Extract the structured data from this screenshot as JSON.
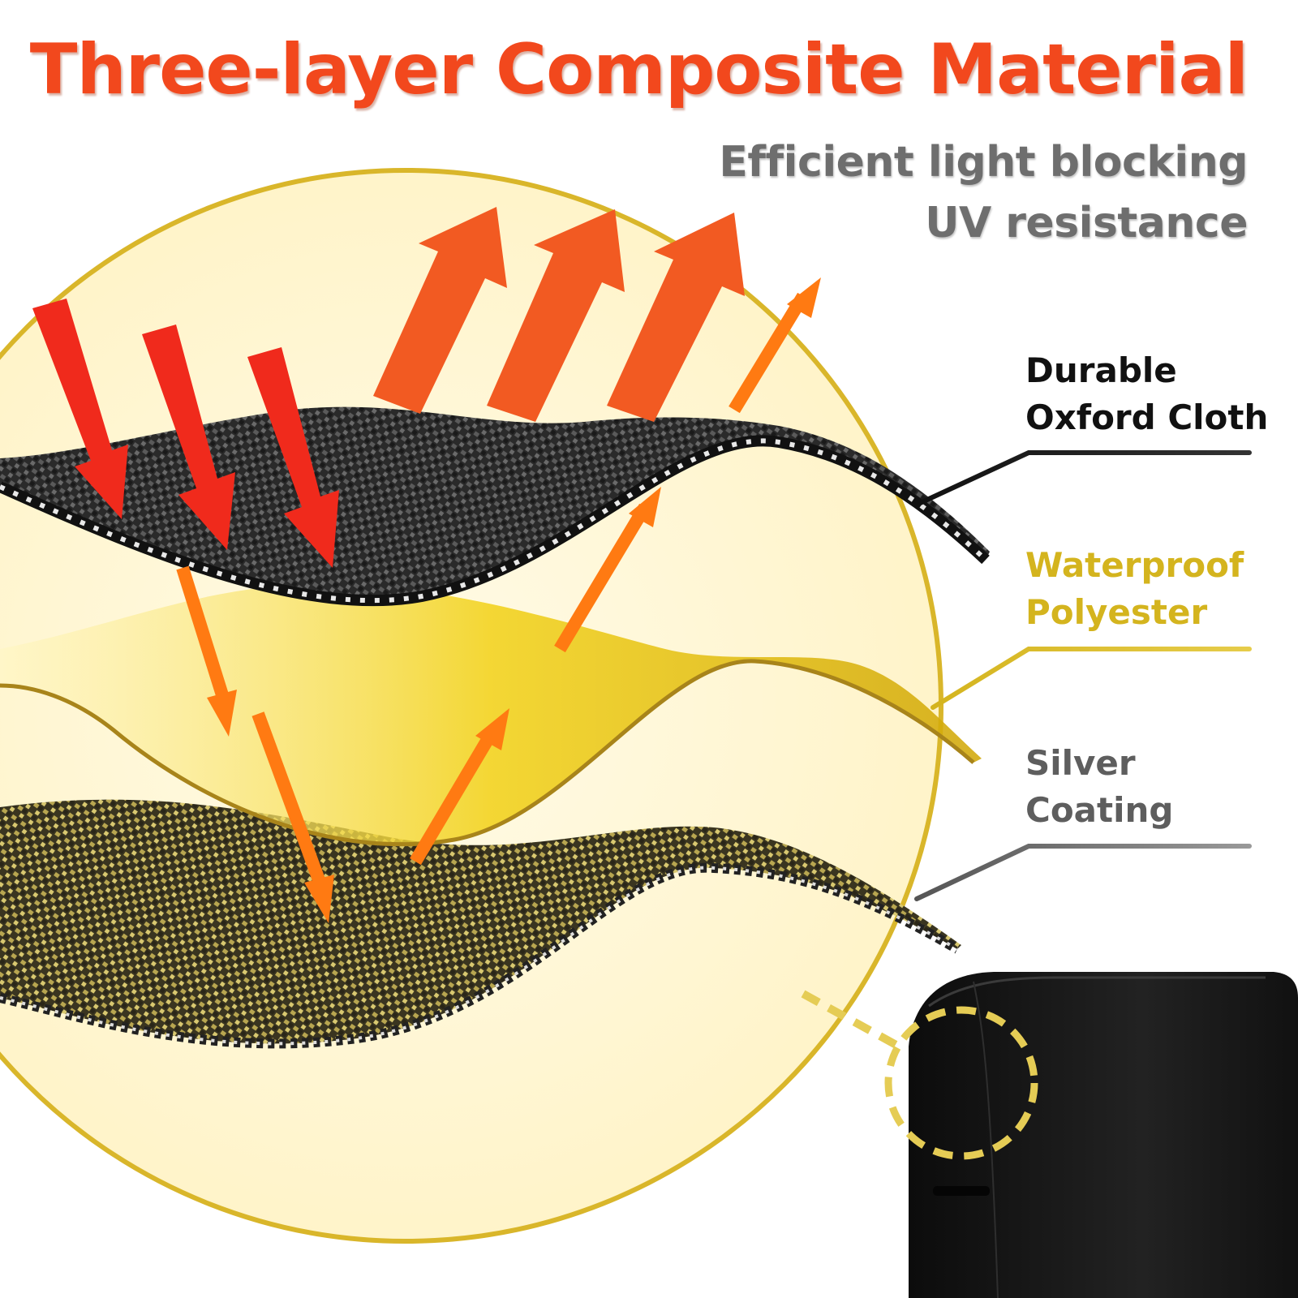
{
  "headline": "Three-layer Composite Material",
  "features": [
    "Efficient light blocking",
    "UV resistance"
  ],
  "layers": [
    {
      "line1": "Durable",
      "line2": "Oxford Cloth",
      "color": "#111111"
    },
    {
      "line1": "Waterproof",
      "line2": "Polyester",
      "color": "#d4b41e"
    },
    {
      "line1": "Silver",
      "line2": "Coating",
      "color": "#5e5e5e"
    }
  ],
  "colors": {
    "headline": "#f2481d",
    "arrow_incoming": "#f02a1c",
    "arrow_reflected": "#f25a22",
    "arrow_heat": "#ff7a12",
    "circle_border": "#d9b62a",
    "circle_fill": "#fff7d6",
    "cover": "#141414"
  }
}
